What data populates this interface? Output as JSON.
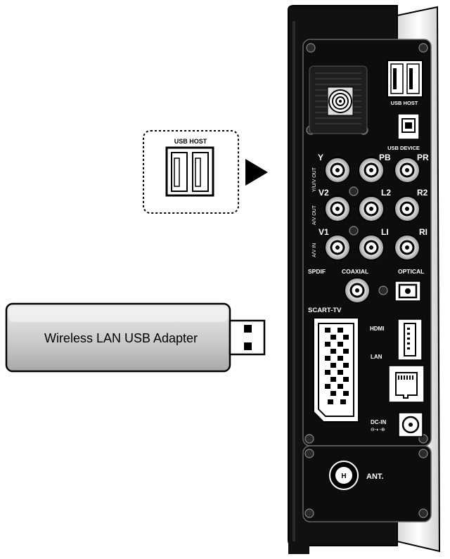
{
  "callout": {
    "usb_host_label": "USB HOST"
  },
  "adapter": {
    "label": "Wireless LAN USB Adapter"
  },
  "device": {
    "usb_host": "USB HOST",
    "usb_device": "USB DEVICE",
    "y_u_v_out": "Y/U/V OUT",
    "av_out": "A/V OUT",
    "av_in": "A/V IN",
    "y": "Y",
    "pb": "PB",
    "pr": "PR",
    "v2": "V2",
    "l2": "L2",
    "r2": "R2",
    "v1": "V1",
    "li": "LI",
    "ri": "RI",
    "spdif": "SPDIF",
    "coaxial": "COAXIAL",
    "optical": "OPTICAL",
    "scart_tv": "SCART-TV",
    "hdmi": "HDMI",
    "lan": "LAN",
    "dc_in": "DC-IN",
    "dc_symbol": "⊖-◐-⊕",
    "ant": "ANT.",
    "ant_symbol": "H"
  }
}
